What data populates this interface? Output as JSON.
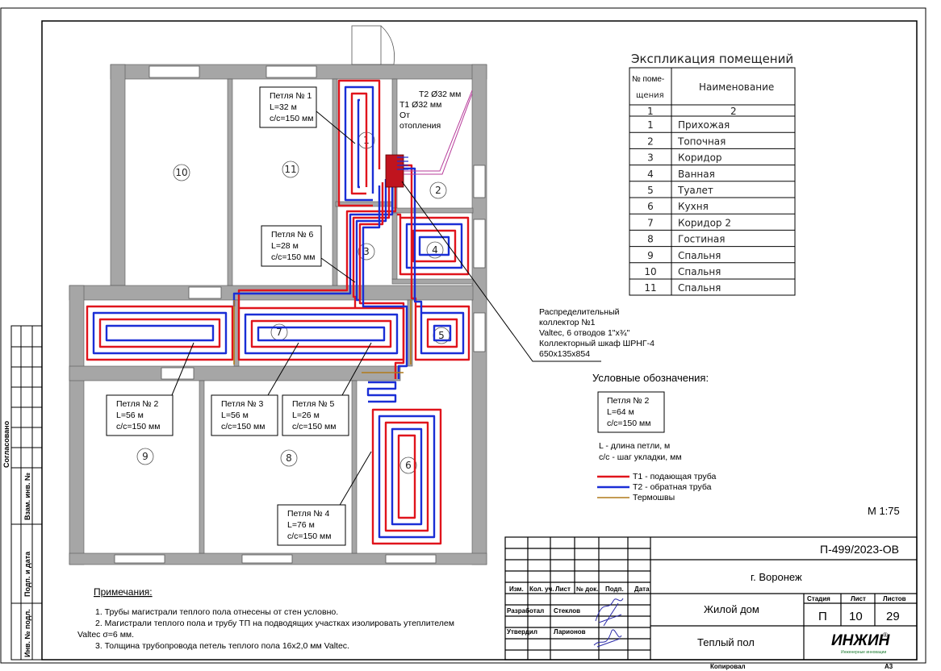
{
  "explication": {
    "title": "Экспликация помещений",
    "col_num": "№ поме- щения",
    "col_num_line1": "№ поме-",
    "col_num_line2": "щения",
    "col_name": "Наименование",
    "col_idx": [
      "1",
      "2"
    ],
    "rows": [
      {
        "num": "1",
        "name": "Прихожая"
      },
      {
        "num": "2",
        "name": "Топочная"
      },
      {
        "num": "3",
        "name": "Коридор"
      },
      {
        "num": "4",
        "name": "Ванная"
      },
      {
        "num": "5",
        "name": "Туалет"
      },
      {
        "num": "6",
        "name": "Кухня"
      },
      {
        "num": "7",
        "name": "Коридор 2"
      },
      {
        "num": "8",
        "name": "Гостиная"
      },
      {
        "num": "9",
        "name": "Спальня"
      },
      {
        "num": "10",
        "name": "Спальня"
      },
      {
        "num": "11",
        "name": "Спальня"
      }
    ]
  },
  "rooms": [
    "1",
    "2",
    "3",
    "4",
    "5",
    "6",
    "7",
    "8",
    "9",
    "10",
    "11"
  ],
  "loops": [
    {
      "id": "loop1",
      "name": "Петля № 1",
      "len": "L=32 м",
      "step": "с/с=150 мм"
    },
    {
      "id": "loop6",
      "name": "Петля № 6",
      "len": "L=28 м",
      "step": "с/с=150 мм"
    },
    {
      "id": "loop2",
      "name": "Петля № 2",
      "len": "L=56 м",
      "step": "с/с=150 мм"
    },
    {
      "id": "loop3",
      "name": "Петля № 3",
      "len": "L=56 м",
      "step": "с/с=150 мм"
    },
    {
      "id": "loop5",
      "name": "Петля № 5",
      "len": "L=26 м",
      "step": "с/с=150 мм"
    },
    {
      "id": "loop4",
      "name": "Петля № 4",
      "len": "L=76 м",
      "step": "с/с=150 мм"
    }
  ],
  "heating": {
    "t2": "Т2 Ø32 мм",
    "t1": "Т1 Ø32 мм",
    "from": "От",
    "from2": "отопления"
  },
  "collector": {
    "line1": "Распределительный",
    "line2": "коллектор №1",
    "line3": "Valtec, 6 отводов 1\"x¾\"",
    "line4": "Коллекторный шкаф ШРНГ-4",
    "line5": "650x135x854"
  },
  "legend": {
    "title": "Условные обозначения:",
    "sample_name": "Петля № 2",
    "sample_len": "L=64 м",
    "sample_step": "с/с=150 мм",
    "note1": "L - длина петли, м",
    "note2": "с/с - шаг укладки, мм",
    "t1": "Т1 - подающая труба",
    "t2": "Т2 - обратная труба",
    "joint": "Термошвы"
  },
  "scale": "М 1:75",
  "notes": {
    "title": "Примечания:",
    "n1": "1.   Трубы магистрали теплого пола отнесены от стен условно.",
    "n2": "2.   Магистрали теплого пола и трубу ТП на подводящих участках изолировать утеплителем",
    "n2b": "Valtec σ=6 мм.",
    "n3": "3.   Толщина трубопровода петель теплого пола 16х2,0 мм Valtec."
  },
  "stamp": {
    "code": "П-499/2023-ОВ",
    "city": "г. Воронеж",
    "object": "Жилой дом",
    "sheet_title": "Теплый пол",
    "h_change": "Изм.",
    "h_qty": "Кол. уч.",
    "h_sheet": "Лист",
    "h_doc": "№ док.",
    "h_sign": "Подп.",
    "h_date": "Дата",
    "dev_label": "Разработал",
    "dev_name": "Стеклов",
    "appr_label": "Утвердил",
    "appr_name": "Ларионов",
    "stage_h": "Стадия",
    "sheet_h": "Лист",
    "sheets_h": "Листов",
    "stage": "П",
    "sheet": "10",
    "sheets": "29",
    "logo": "ИНЖИН",
    "logo_sub": "Инженерные инновации",
    "copied": "Копировал",
    "format": "А3"
  },
  "side": {
    "agreed": "Согласовано",
    "inv_replace": "Взам. инв. №",
    "sign_date": "Подп. и дата",
    "inv_orig": "Инв. № подл."
  },
  "colors": {
    "supply": "#e0141c",
    "return": "#1a2ed6",
    "joint": "#b07a1a",
    "wall": "#a6a6a6",
    "manifold": "#c0141e"
  }
}
